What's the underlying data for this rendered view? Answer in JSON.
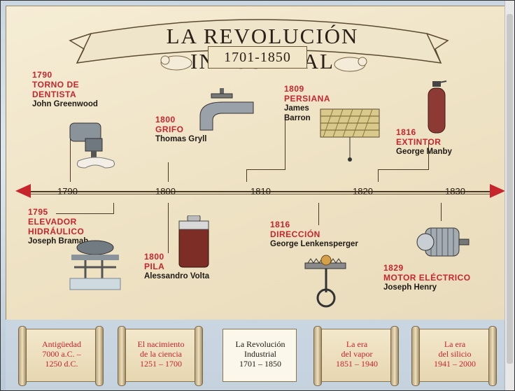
{
  "title": "LA REVOLUCIÓN INDUSTRIAL",
  "years": "1701-1850",
  "timeline": {
    "ticks": [
      "1790",
      "1800",
      "1810",
      "1820",
      "1830"
    ]
  },
  "events": [
    {
      "year": "1790",
      "name": "TORNO DE DENTISTA",
      "who": "John Greenwood"
    },
    {
      "year": "1800",
      "name": "GRIFO",
      "who": "Thomas Gryll"
    },
    {
      "year": "1809",
      "name": "PERSIANA",
      "who": "James Barron"
    },
    {
      "year": "1816",
      "name": "EXTINTOR",
      "who": "George Manby"
    },
    {
      "year": "1795",
      "name": "ELEVADOR HIDRÁULICO",
      "who": "Joseph Bramah"
    },
    {
      "year": "1800",
      "name": "PILA",
      "who": "Alessandro Volta"
    },
    {
      "year": "1816",
      "name": "DIRECCIÓN",
      "who": "George Lenkensperger"
    },
    {
      "year": "1829",
      "name": "MOTOR ELÉCTRICO",
      "who": "Joseph Henry"
    }
  ],
  "nav": [
    {
      "label": "Antigüedad\n7000 a.C. –\n1250 d.C."
    },
    {
      "label": "El nacimiento\nde la ciencia\n1251 – 1700"
    },
    {
      "label": "La Revolución\nIndustrial\n1701 – 1850"
    },
    {
      "label": "La era\ndel vapor\n1851 – 1940"
    },
    {
      "label": "La era\ndel silicio\n1941 – 2000"
    }
  ],
  "colors": {
    "accent": "#c8242b",
    "ink": "#1f1a14",
    "parchment": "#efe3c5"
  }
}
